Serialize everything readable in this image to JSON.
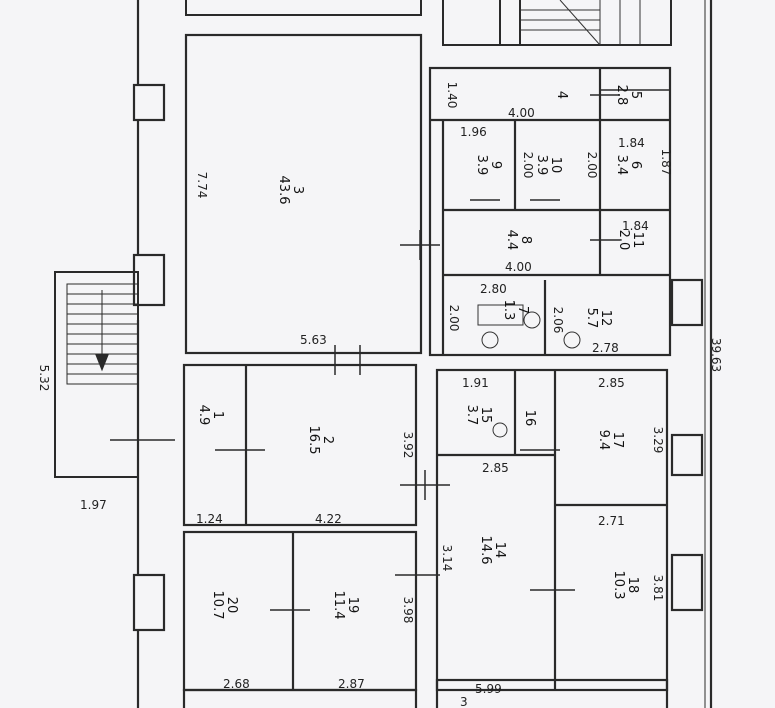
{
  "rooms": [
    {
      "id": "3",
      "area": "43.6"
    },
    {
      "id": "4",
      "area": ""
    },
    {
      "id": "5",
      "area": "2.8"
    },
    {
      "id": "6",
      "area": "3.4"
    },
    {
      "id": "9",
      "area": "3.9"
    },
    {
      "id": "10",
      "area": "3.9"
    },
    {
      "id": "8",
      "area": "4.4"
    },
    {
      "id": "11",
      "area": "2.0"
    },
    {
      "id": "7",
      "area": "1.3"
    },
    {
      "id": "12",
      "area": "5.7"
    },
    {
      "id": "1",
      "area": "4.9"
    },
    {
      "id": "2",
      "area": "16.5"
    },
    {
      "id": "15",
      "area": "3.7"
    },
    {
      "id": "16",
      "area": ""
    },
    {
      "id": "17",
      "area": "9.4"
    },
    {
      "id": "14",
      "area": "14.6"
    },
    {
      "id": "18",
      "area": "10.3"
    },
    {
      "id": "20",
      "area": "10.7"
    },
    {
      "id": "19",
      "area": "11.4"
    }
  ],
  "dimensions": {
    "d_7_74": "7.74",
    "d_5_63": "5.63",
    "d_1_40": "1.40",
    "d_4_00_top": "4.00",
    "d_1_96": "1.96",
    "d_2_00_a": "2.00",
    "d_2_00_b": "2.00",
    "d_1_87": "1.87",
    "d_1_84_a": "1.84",
    "d_1_84_b": "1.84",
    "d_4_00_mid": "4.00",
    "d_2_80": "2.80",
    "d_2_00_c": "2.00",
    "d_2_06": "2.06",
    "d_2_78": "2.78",
    "d_39_63": "39.63",
    "d_5_32": "5.32",
    "d_1_97": "1.97",
    "d_1_24": "1.24",
    "d_4_22": "4.22",
    "d_3_92": "3.92",
    "d_1_91": "1.91",
    "d_2_85_a": "2.85",
    "d_2_85_b": "2.85",
    "d_3_29": "3.29",
    "d_3_14": "3.14",
    "d_2_71": "2.71",
    "d_3_81": "3.81",
    "d_3_98": "3.98",
    "d_2_68": "2.68",
    "d_2_87": "2.87",
    "d_5_99": "5.99",
    "d_3_small": "3"
  }
}
